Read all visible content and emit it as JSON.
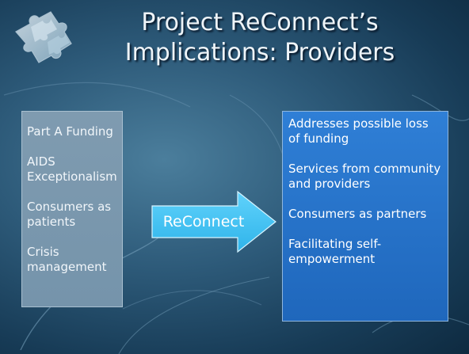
{
  "slide": {
    "title_line1": "Project ReConnect’s",
    "title_line2": "Implications: Providers",
    "left_items": [
      "Part A Funding",
      "AIDS Exceptionalism",
      "Consumers as patients",
      "Crisis management"
    ],
    "arrow_label": "ReConnect",
    "right_items": [
      "Addresses possible loss of funding",
      "Services from community and providers",
      "Consumers as partners",
      "Facilitating self-empowerment"
    ],
    "colors": {
      "background": "#2d5a79",
      "left_box": "#7f9bb0",
      "right_box": "#2f7fd6",
      "arrow": "#43c6f4"
    },
    "icons": {
      "logo": "puzzle-pieces-logo",
      "arrow": "right-arrow-icon"
    }
  }
}
